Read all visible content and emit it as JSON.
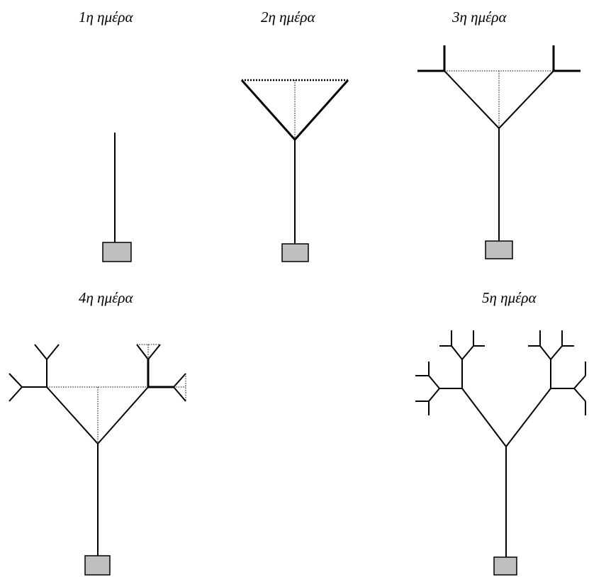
{
  "labels": {
    "day1": "1η ημέρα",
    "day2": "2η ημέρα",
    "day3": "3η ημέρα",
    "day4": "4η ημέρα",
    "day5": "5η ημέρα"
  },
  "colors": {
    "pot_fill": "#bfbfbf",
    "stroke": "#000000",
    "background": "#ffffff"
  }
}
